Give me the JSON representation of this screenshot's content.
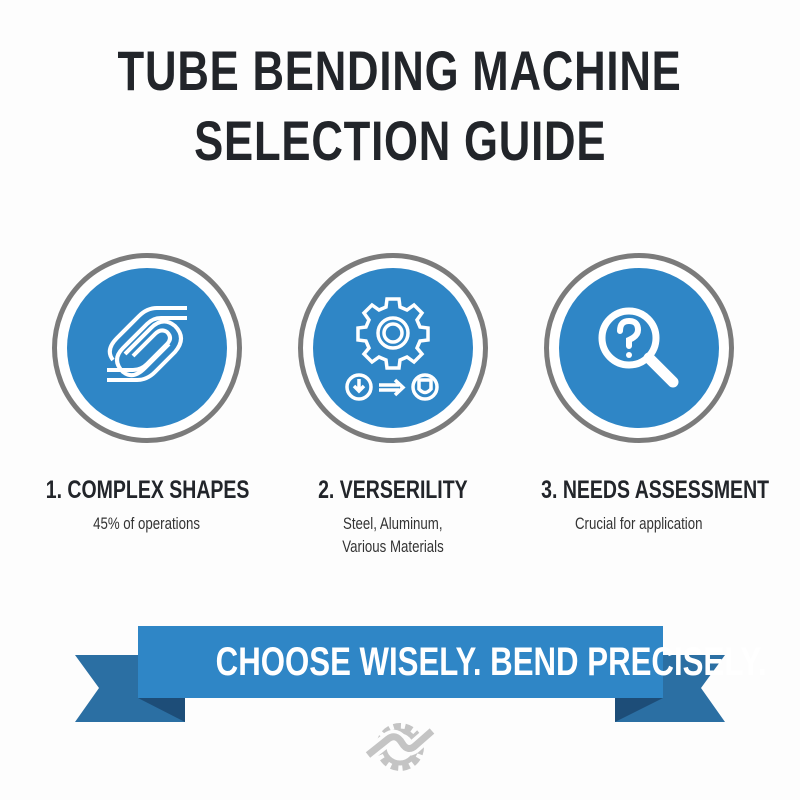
{
  "title": {
    "line1": "TUBE BENDING MACHINE",
    "line2": "SELECTION GUIDE"
  },
  "colors": {
    "accent": "#2f86c6",
    "ring": "#7b7b7b",
    "text": "#22252a",
    "ribbon_tail": "#2b6fa3",
    "ribbon_fold": "#1d4d78",
    "footer_icon": "#c4c4c4"
  },
  "steps": [
    {
      "icon": "knotted-tube-icon",
      "heading": "1. COMPLEX SHAPES",
      "lines": [
        "45% of operations"
      ]
    },
    {
      "icon": "gear-process-icon",
      "heading": "2. VERSERILITY",
      "lines": [
        "Steel, Aluminum,",
        "Various Materials"
      ]
    },
    {
      "icon": "magnifier-question-icon",
      "heading": "3. NEEDS ASSESSMENT",
      "lines": [
        "Crucial for application"
      ]
    }
  ],
  "banner": {
    "text": "CHOOSE WISELY. BEND PRECISELY."
  },
  "footer": {
    "icon": "gear-tube-logo-icon"
  }
}
